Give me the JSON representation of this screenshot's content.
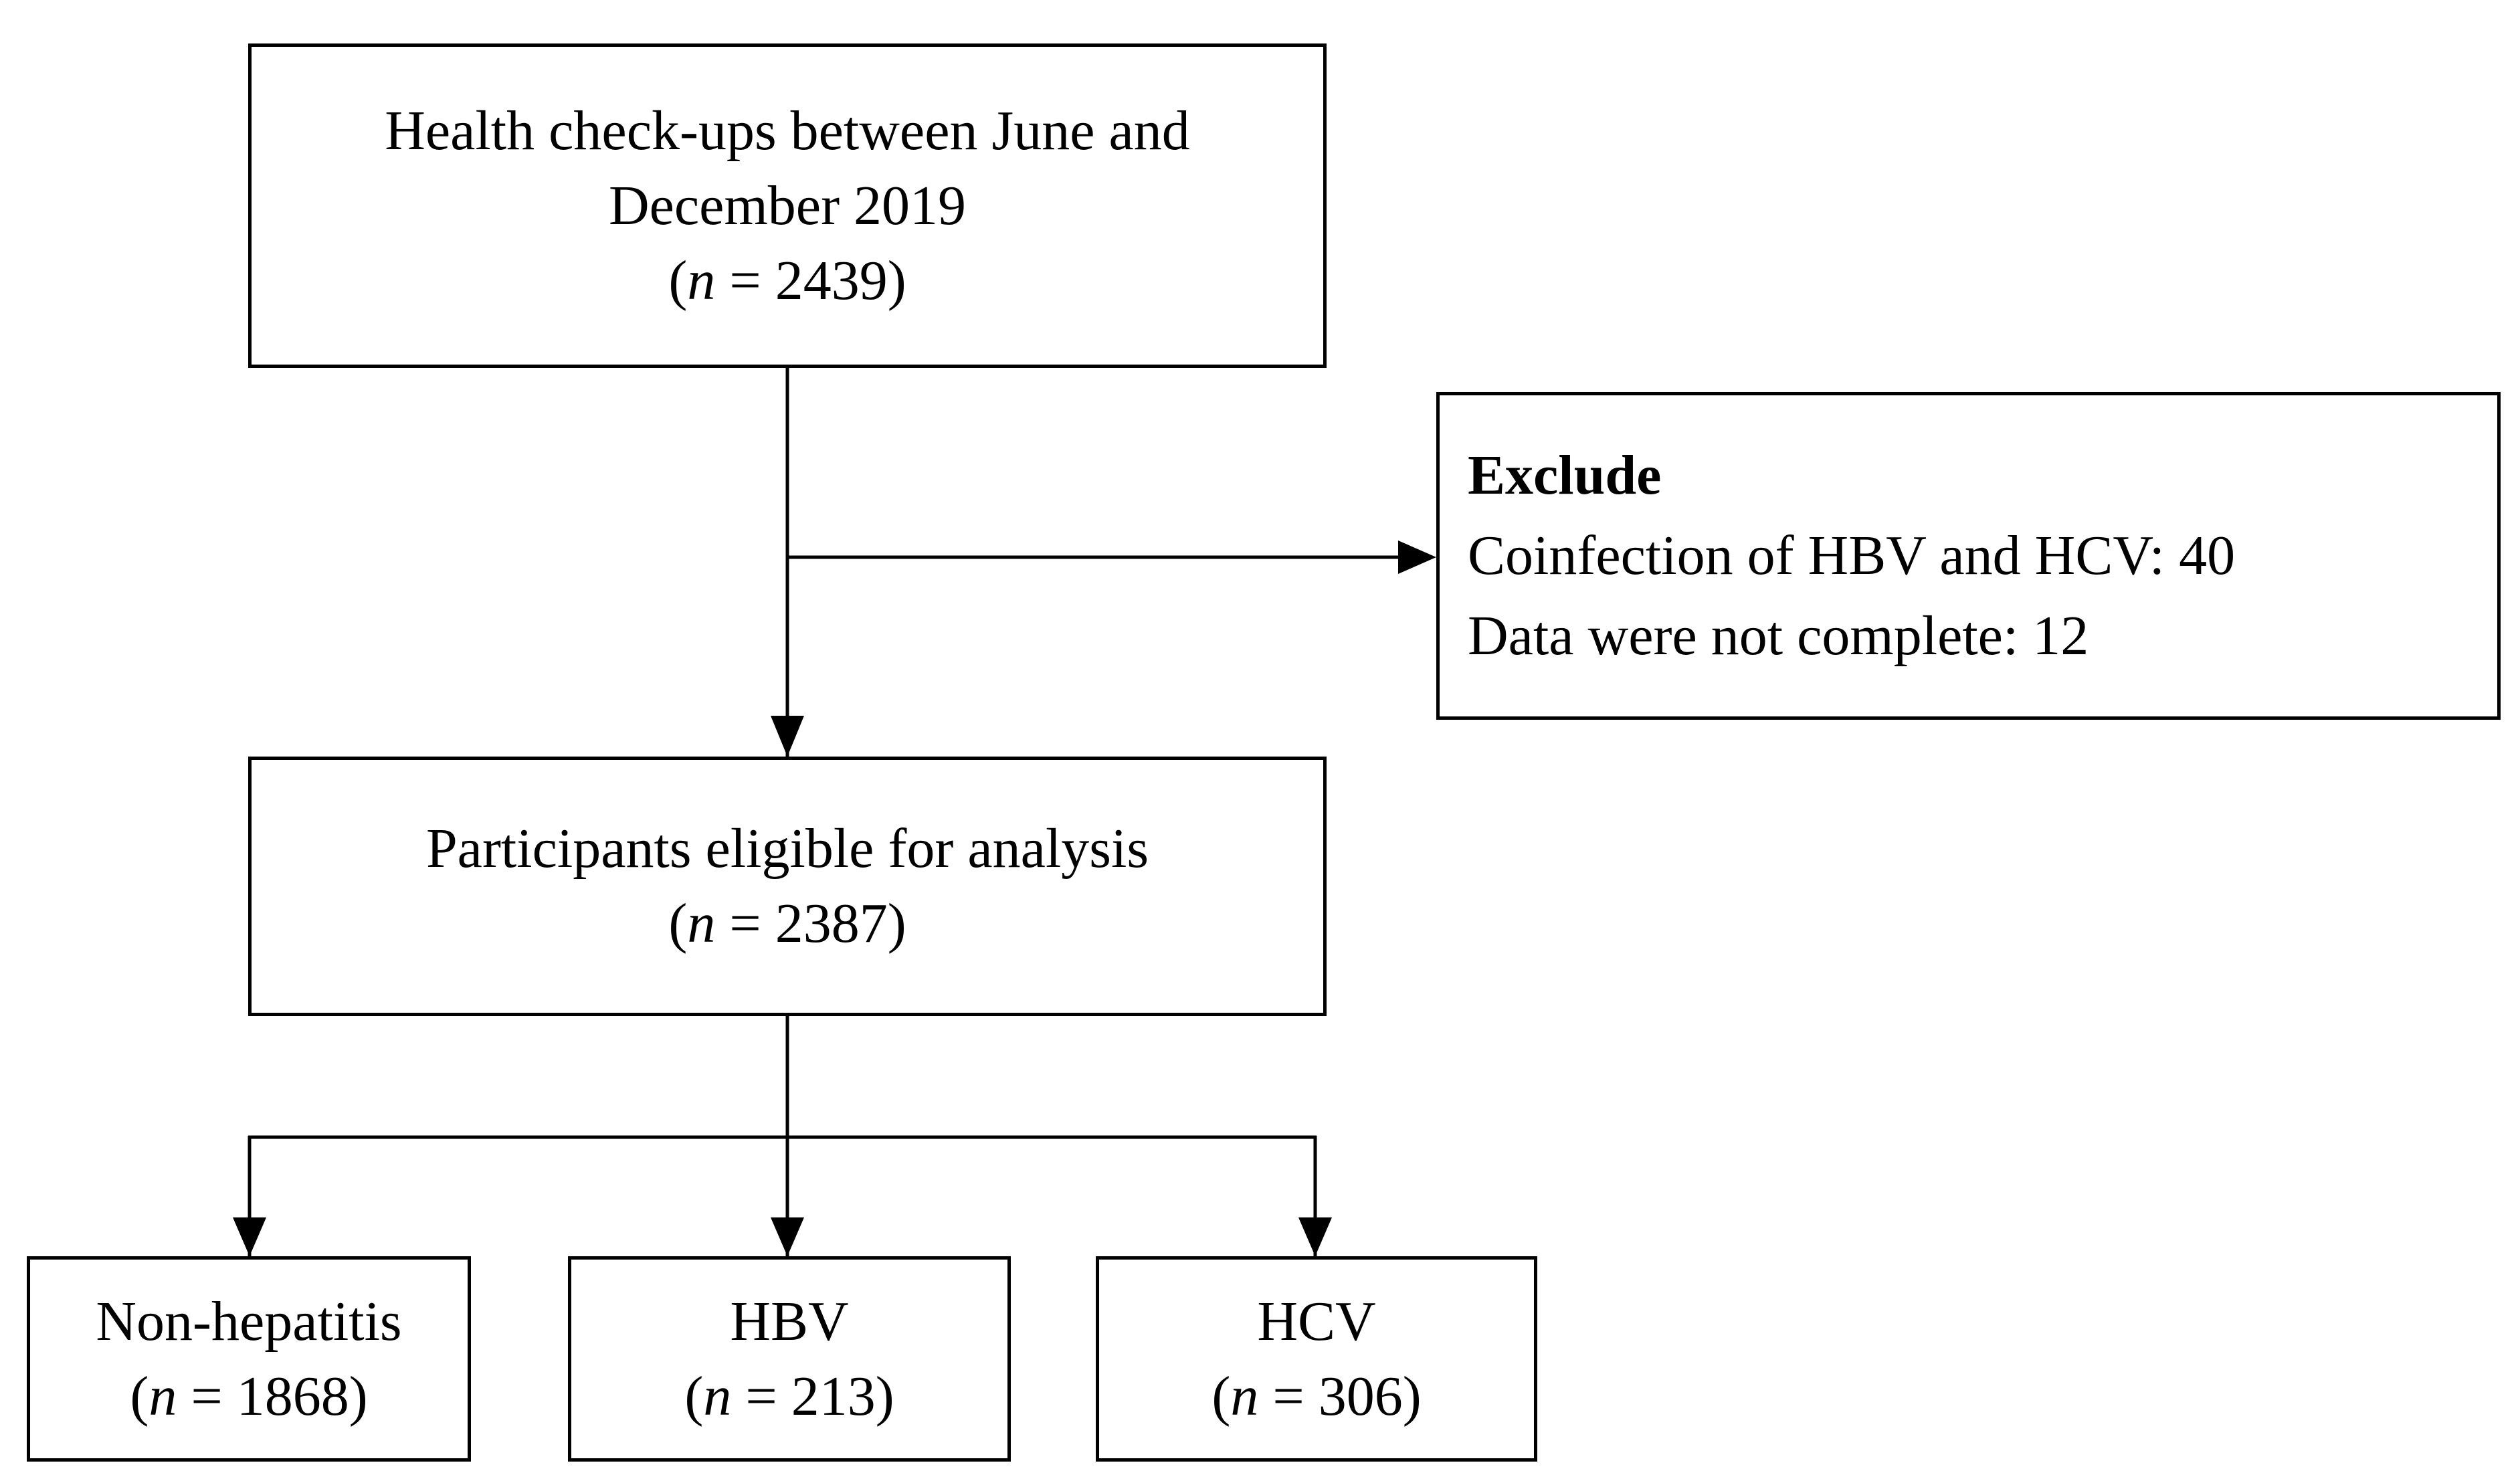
{
  "boxes": {
    "source": {
      "line1": "Health check-ups between June and",
      "line2": "December 2019",
      "n_value": "2439"
    },
    "exclude": {
      "heading": "Exclude",
      "items": [
        "Coinfection of HBV and HCV: 40",
        "Data were not complete: 12"
      ]
    },
    "eligible": {
      "line1": "Participants eligible for analysis",
      "n_value": "2387"
    },
    "groups": [
      {
        "label": "Non-hepatitis",
        "n_value": "1868"
      },
      {
        "label": "HBV",
        "n_value": "213"
      },
      {
        "label": "HCV",
        "n_value": "306"
      }
    ]
  },
  "notation": {
    "n_symbol": "n",
    "equals": " = ",
    "open_paren": "(",
    "close_paren": ")"
  }
}
